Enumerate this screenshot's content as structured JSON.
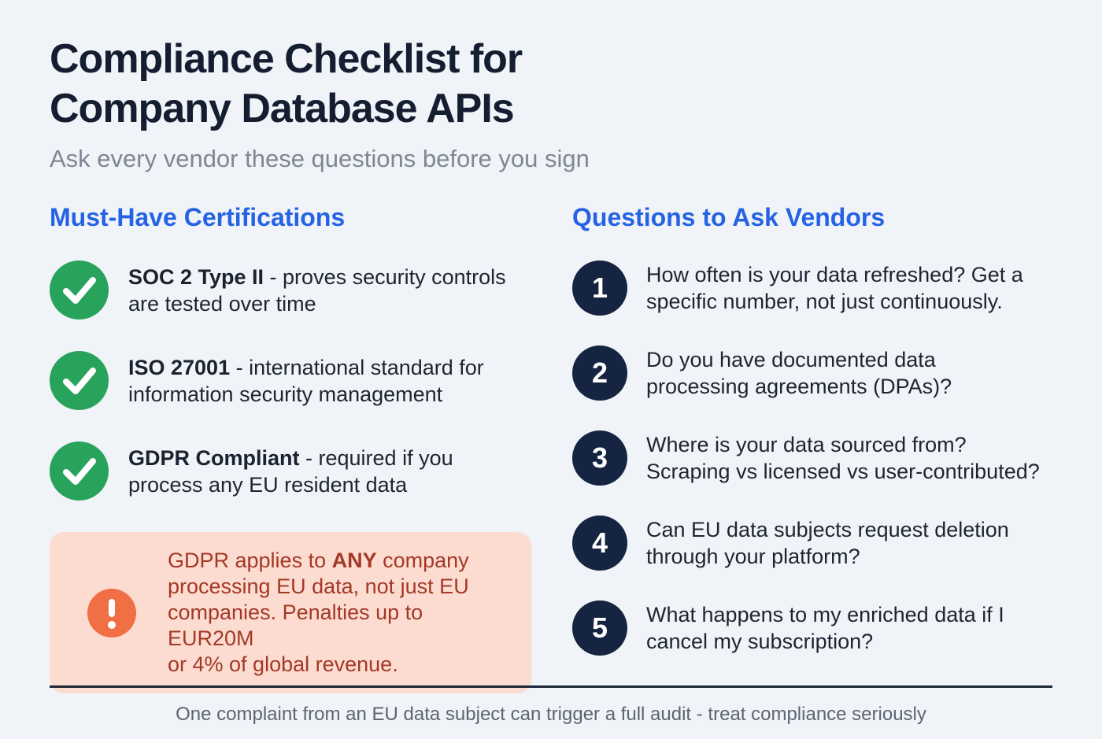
{
  "page": {
    "title_line1": "Compliance Checklist for",
    "title_line2": "Company Database APIs",
    "subtitle": "Ask every vendor these questions before you sign",
    "footer_note": "One complaint from an EU data subject can trigger a full audit - treat compliance seriously"
  },
  "colors": {
    "background": "#f0f3f7",
    "title_navy": "#151e31",
    "heading_blue": "#2563e4",
    "check_green": "#28a35b",
    "number_navy": "#152440",
    "warning_bg": "#fcdcd1",
    "warning_orange": "#f06f45",
    "warning_text": "#a43826",
    "divider_navy": "#1c2737",
    "footer_gray": "#5c6573"
  },
  "certifications": {
    "heading": "Must-Have Certifications",
    "items": [
      {
        "icon": "check-icon",
        "term": "SOC 2 Type II",
        "description": " - proves security controls\nare tested over time"
      },
      {
        "icon": "check-icon",
        "term": "ISO 27001",
        "description": " - international standard for\ninformation security management"
      },
      {
        "icon": "check-icon",
        "term": "GDPR Compliant",
        "description": " - required if you\nprocess any EU resident data"
      }
    ],
    "warning": {
      "icon": "exclamation-icon",
      "text_before": "GDPR applies to ",
      "text_bold": "ANY",
      "text_after": " company\nprocessing EU data, not just EU\ncompanies. Penalties up to EUR20M\nor 4% of global revenue."
    }
  },
  "questions": {
    "heading": "Questions to Ask Vendors",
    "items": [
      {
        "number": "1",
        "text": "How often is your data refreshed? Get a\nspecific number, not just continuously."
      },
      {
        "number": "2",
        "text": "Do you have documented data\nprocessing agreements (DPAs)?"
      },
      {
        "number": "3",
        "text": "Where is your data sourced from?\nScraping vs licensed vs user-contributed?"
      },
      {
        "number": "4",
        "text": "Can EU data subjects request deletion\nthrough your platform?"
      },
      {
        "number": "5",
        "text": "What happens to my enriched data if I\ncancel my subscription?"
      }
    ]
  }
}
